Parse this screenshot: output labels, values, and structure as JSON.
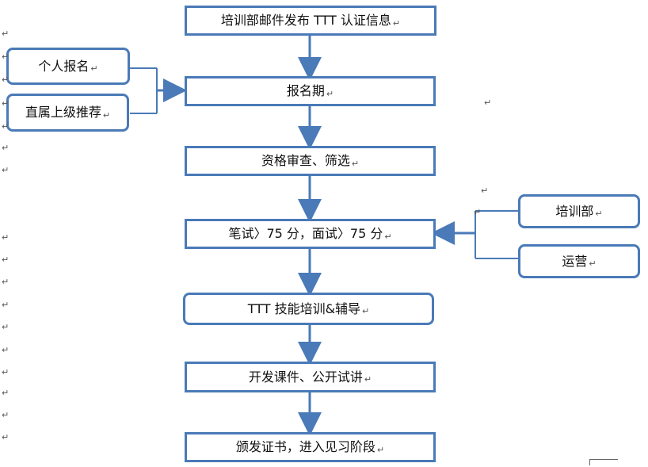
{
  "diagram": {
    "main_steps": [
      "培训部邮件发布 TTT 认证信息",
      "报名期",
      "资格审查、筛选",
      "笔试〉75 分，面试〉75 分",
      "TTT 技能培训&辅导",
      "开发课件、公开试讲",
      "颁发证书，进入见习阶段"
    ],
    "left_inputs": [
      "个人报名",
      "直属上级推荐"
    ],
    "right_inputs": [
      "培训部",
      "运营"
    ]
  },
  "markers": {
    "paragraph_mark": "↵"
  },
  "colors": {
    "node_border": "#4a7ab7",
    "connector": "#4a7ab7",
    "text": "#111111",
    "marker": "#555555"
  }
}
